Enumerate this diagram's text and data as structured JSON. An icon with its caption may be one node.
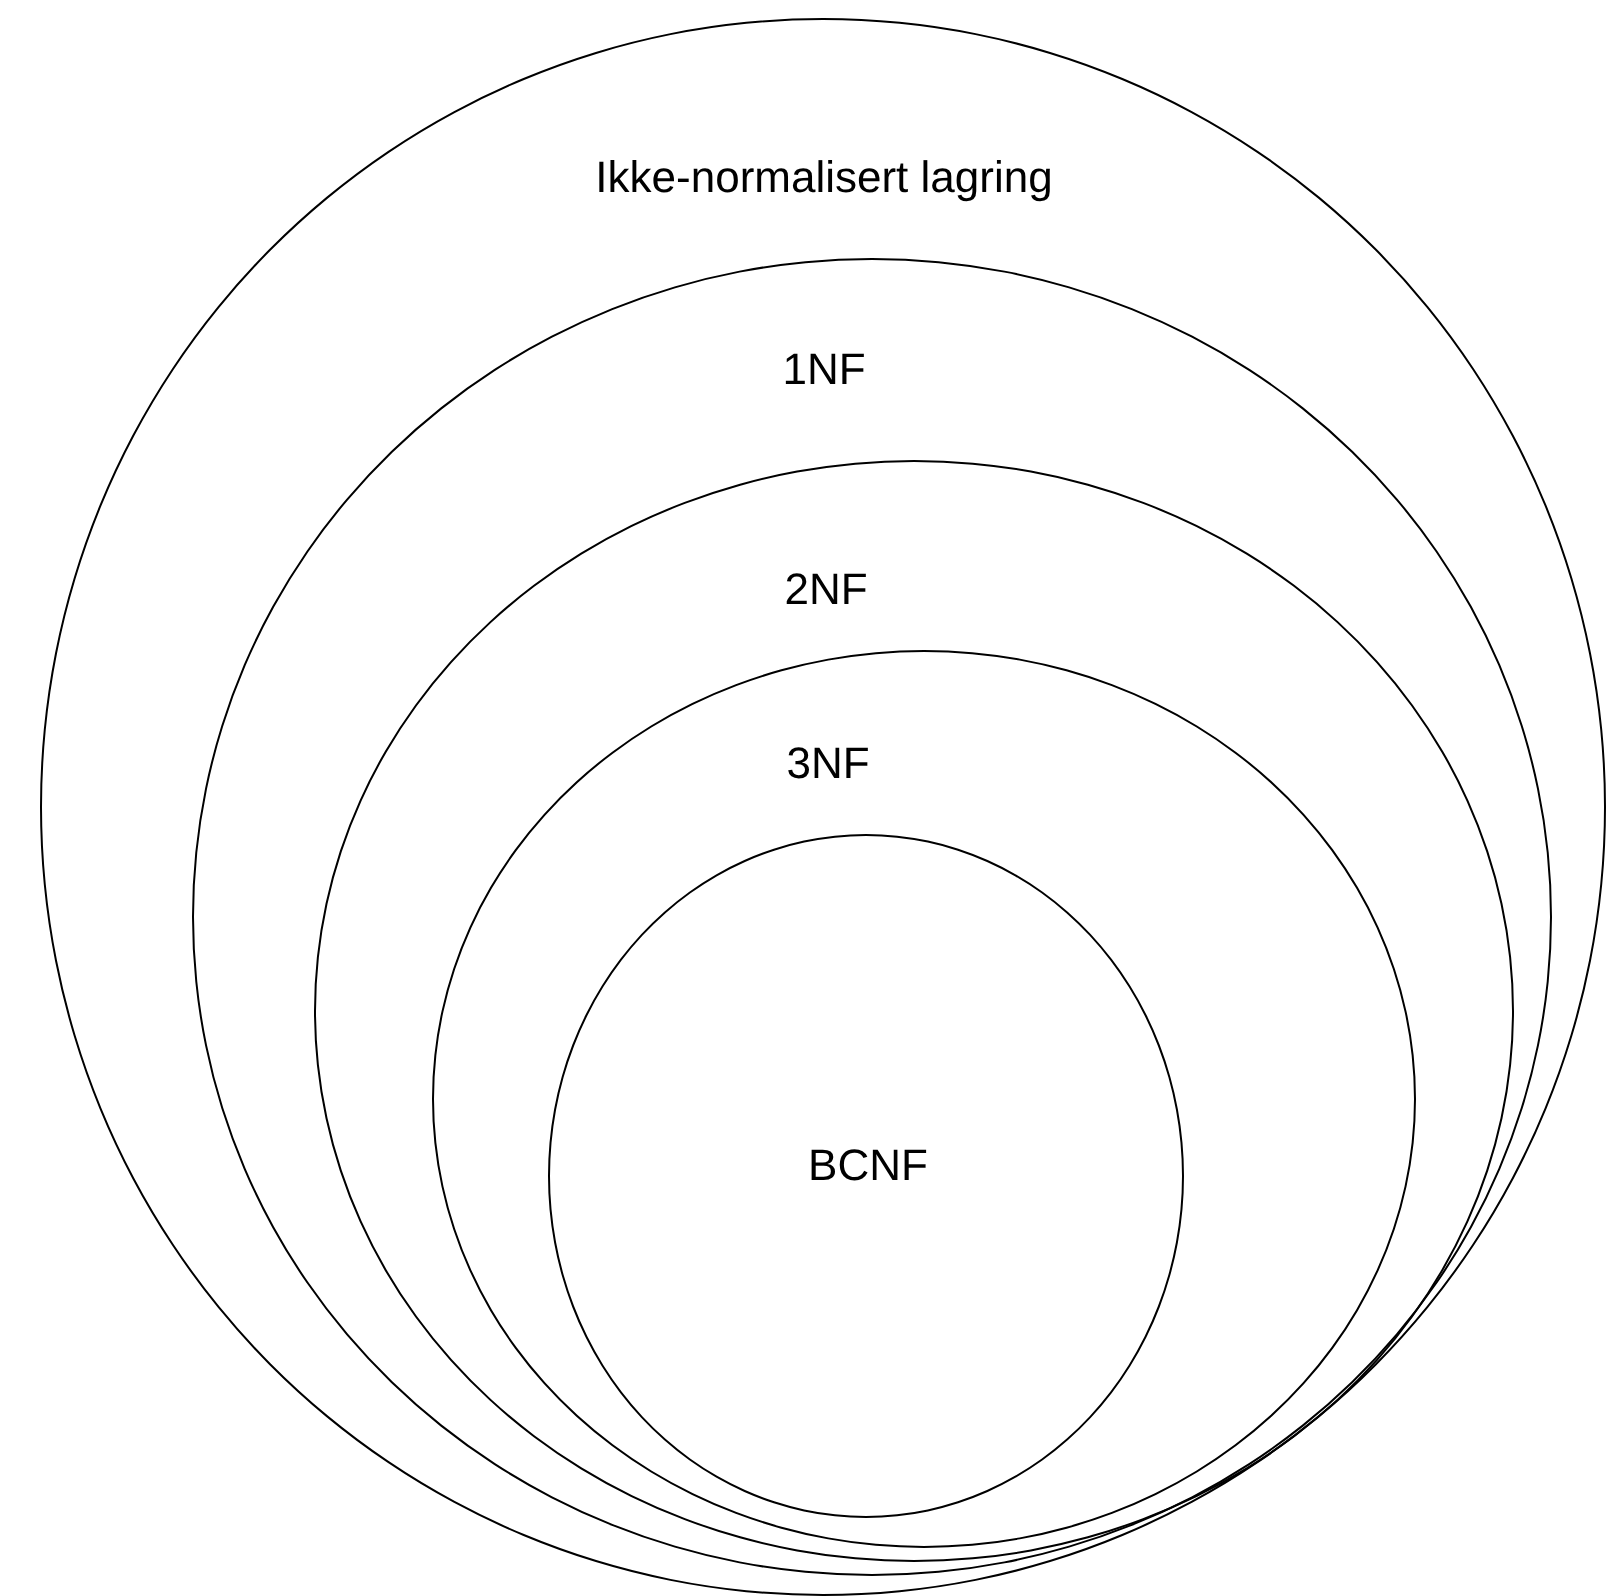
{
  "diagram": {
    "nodes": [
      {
        "text": [
          "Ikke-normalisert lagring"
        ]
      },
      {
        "text": [
          "1NF"
        ],
        "in": 0
      },
      {
        "text": [
          "2NF"
        ],
        "in": 1
      },
      {
        "text": [
          "3NF"
        ],
        "in": 2
      },
      {
        "text": [
          "BCNF"
        ],
        "in": 3
      }
    ]
  }
}
